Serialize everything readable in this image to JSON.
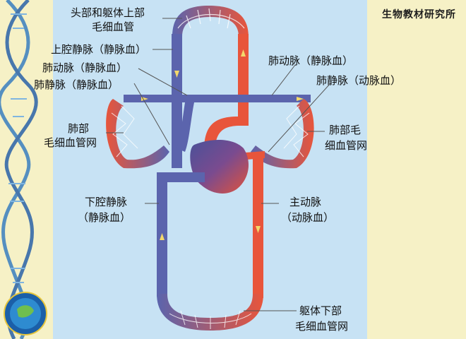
{
  "header": {
    "institute": "生物教材研究所"
  },
  "labels": {
    "head_capillary_1": "头部和躯体上部",
    "head_capillary_2": "毛细血管",
    "svc": "上腔静脉（静脉血）",
    "pa_left": "肺动脉（静脉血）",
    "pv_left": "肺静脉（静脉血）",
    "pa_right": "肺动脉（静脉血）",
    "pv_right": "肺静脉（动脉血）",
    "lung_left_1": "肺部",
    "lung_left_2": "毛细血管网",
    "lung_right_1": "肺部毛",
    "lung_right_2": "细血管网",
    "ivc_1": "下腔静脉",
    "ivc_2": "（静脉血）",
    "aorta_1": "主动脉",
    "aorta_2": "（动脉血）",
    "body_capillary_1": "躯体下部",
    "body_capillary_2": "毛细血管网"
  },
  "colors": {
    "panel": "#c7e2f4",
    "vein": "#5b64ad",
    "artery": "#e8553b",
    "background": "#f6f1c6"
  }
}
